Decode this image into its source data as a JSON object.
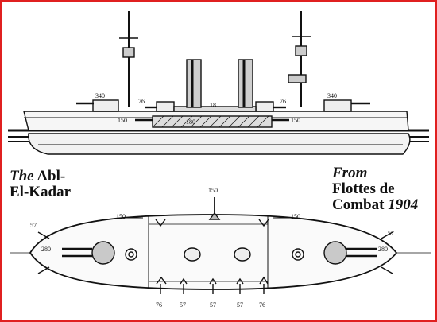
{
  "caption": {
    "title_prefix": "The",
    "title_line1": "Abl-",
    "title_line2": "El-Kadar",
    "source_prefix": "From",
    "source_line2": "Flottes de",
    "source_line3_a": "Combat",
    "source_line3_b": "1904"
  },
  "profile_labels": {
    "gun_fwd": "340",
    "gun_aft": "340",
    "sec_fwd": "76",
    "sec_aft": "76",
    "belt_fwd": "150",
    "belt_mid": "180",
    "belt_aft": "150",
    "deck_mid": "18"
  },
  "plan_labels": {
    "top_center": "150",
    "top_left": "150",
    "top_right": "150",
    "bow_gun": "280",
    "stern_gun": "280",
    "left_far": "57",
    "right_far": "57",
    "bottom_1": "76",
    "bottom_2": "57",
    "bottom_3": "57",
    "bottom_4": "57",
    "bottom_5": "76"
  },
  "colors": {
    "border": "#e02020",
    "ink": "#111111",
    "background": "#ffffff"
  }
}
